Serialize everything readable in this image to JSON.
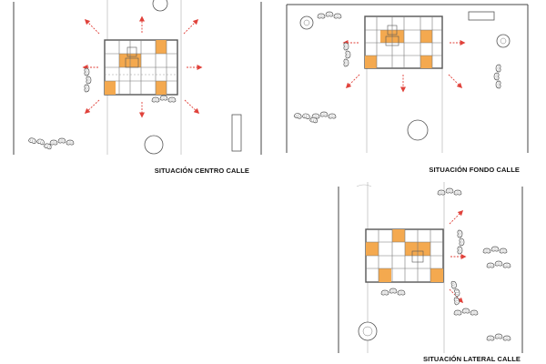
{
  "colors": {
    "accent_orange": "#f4a94f",
    "line_gray": "#555555",
    "arrow_red": "#e0413a",
    "dash_gray": "#9a9a9a"
  },
  "icons": {
    "arrow": "dashed-red-arrow-icon",
    "seating": "seating-cluster-icon",
    "tree": "tree-circle-icon",
    "bench": "bench-rectangle-icon"
  },
  "panels": {
    "centro": {
      "caption": "SITUACIÓN CENTRO CALLE"
    },
    "fondo": {
      "caption": "SITUACIÓN FONDO CALLE"
    },
    "lateral": {
      "caption": "SITUACIÓN LATERAL CALLE"
    }
  }
}
